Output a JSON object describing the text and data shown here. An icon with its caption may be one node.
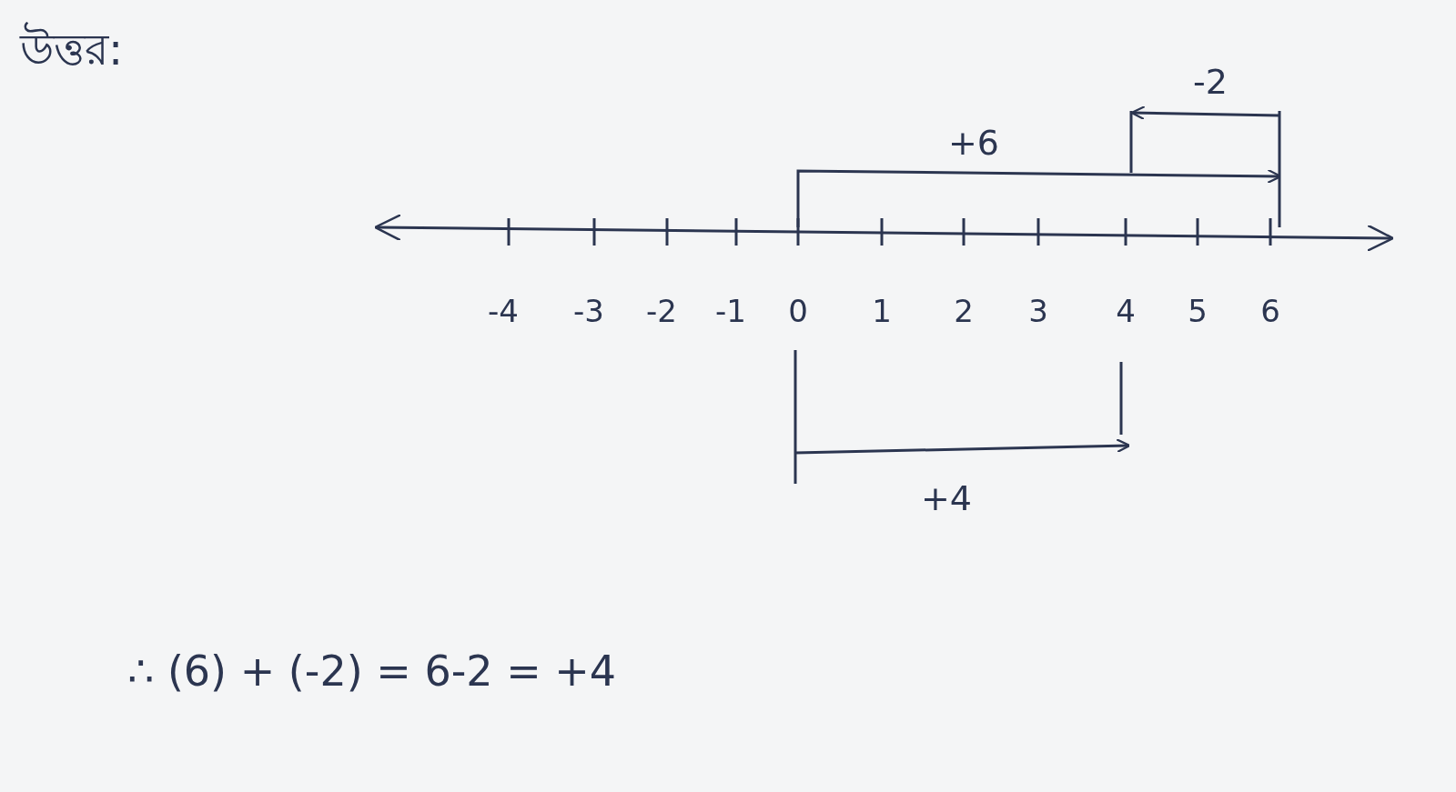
{
  "diagram": {
    "title": "উত্তর:",
    "labels": [
      "-4",
      "-3",
      "-2",
      "-1",
      "0",
      "1",
      "2",
      "3",
      "4",
      "5",
      "6",
      "+6",
      "-2",
      "+4",
      "∴ (6) + (-2) = 6-2 = +4"
    ]
  }
}
